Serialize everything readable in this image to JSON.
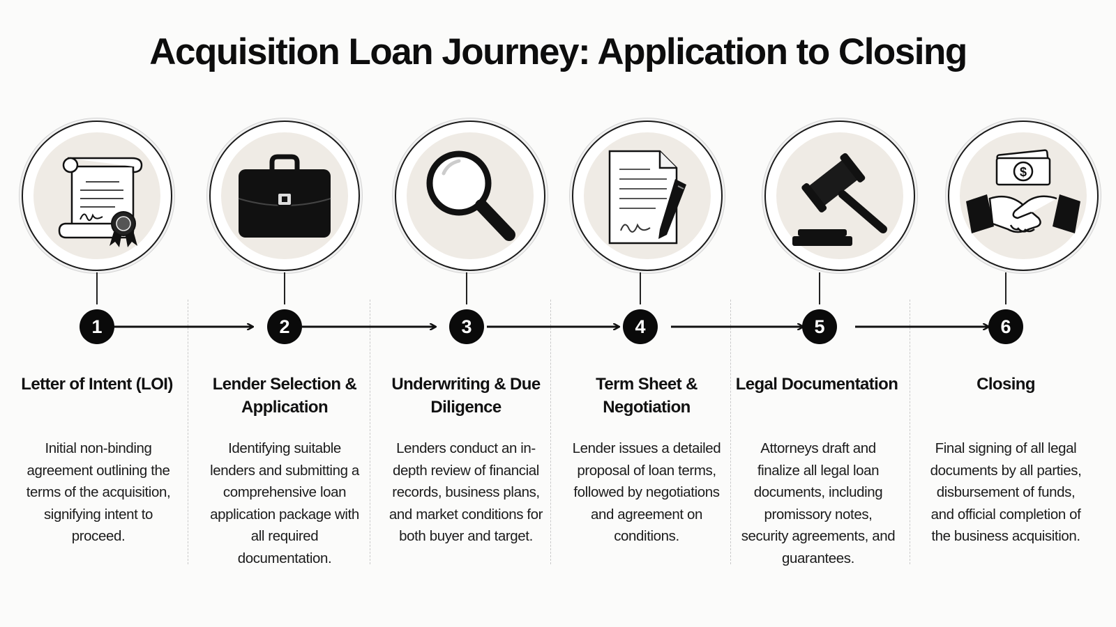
{
  "title": "Acquisition Loan Journey: Application to Closing",
  "steps": [
    {
      "number": "1",
      "title": "Letter of Intent (LOI)",
      "description": "Initial non-binding agreement outlining the terms of the acquisition, signifying intent to proceed.",
      "icon": "scroll-certificate-icon"
    },
    {
      "number": "2",
      "title": "Lender Selection & Application",
      "description": "Identifying suitable lenders and submitting a comprehensive loan application package with all required documentation.",
      "icon": "briefcase-icon"
    },
    {
      "number": "3",
      "title": "Underwriting & Due Diligence",
      "description": "Lenders conduct an in-depth review of financial records, business plans, and market conditions for both buyer and target.",
      "icon": "magnifying-glass-icon"
    },
    {
      "number": "4",
      "title": "Term Sheet & Negotiation",
      "description": "Lender issues a detailed proposal of loan terms, followed by negotiations and agreement on conditions.",
      "icon": "document-pen-icon"
    },
    {
      "number": "5",
      "title": "Legal Documentation",
      "description": "Attorneys draft and finalize all legal loan documents, including promissory notes, security agreements, and guarantees.",
      "icon": "gavel-icon"
    },
    {
      "number": "6",
      "title": "Closing",
      "description": "Final signing of all legal documents by all parties, disbursement of funds, and official completion of the business acquisition.",
      "icon": "handshake-money-icon"
    }
  ]
}
